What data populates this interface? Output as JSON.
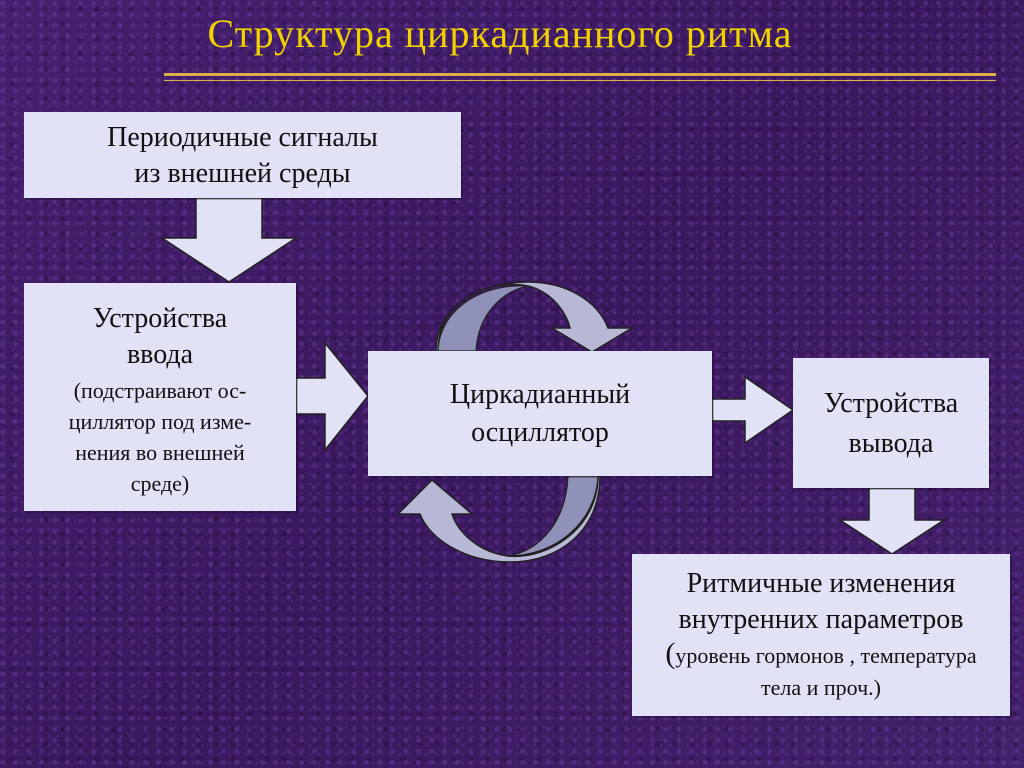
{
  "title": "Структура  циркадианного  ритма",
  "env_box": {
    "line1": "Периодичные сигналы",
    "line2": "из внешней среды"
  },
  "input_box": {
    "title_line1": "Устройства",
    "title_line2": "ввода",
    "note_line1": "(подстраивают ос-",
    "note_line2": "циллятор под изме-",
    "note_line3": "нения во внешней",
    "note_line4": "среде)"
  },
  "oscillator_box": {
    "line1": "Циркадианный",
    "line2": "осциллятор"
  },
  "output_box": {
    "line1": "Устройства",
    "line2": "вывода"
  },
  "result_box": {
    "line1": "Ритмичные изменения",
    "line2": "внутренних параметров",
    "paren_open": "(",
    "line3": "уровень гормонов , температура",
    "line4": "тела и проч.)"
  },
  "colors": {
    "background": "#3d1a63",
    "title": "#f2d100",
    "box_fill": "#e1e2f5",
    "rule": "#d9b04a",
    "cycle_arrow": "#b6b8d6"
  }
}
